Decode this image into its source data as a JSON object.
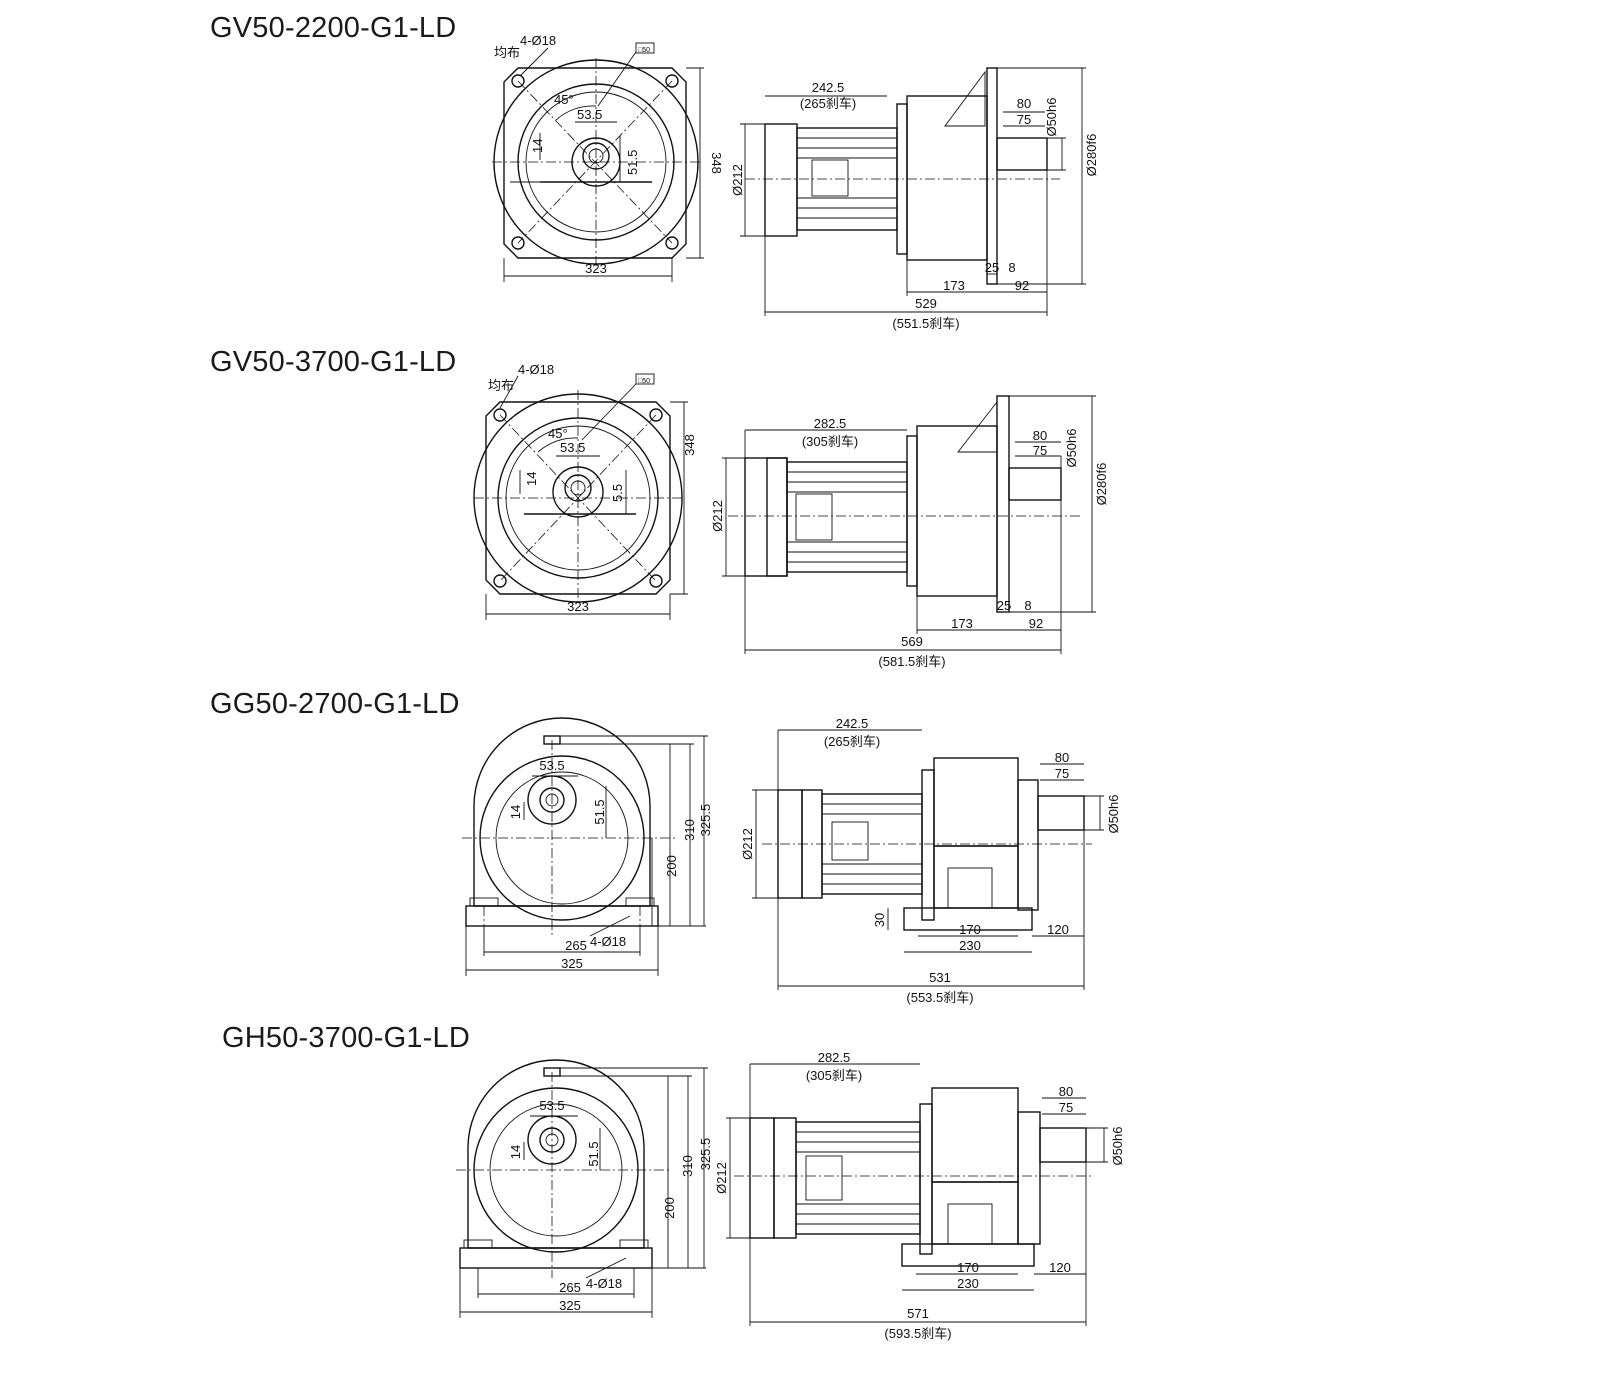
{
  "models": [
    {
      "title": "GV50-2200-G1-LD",
      "front": {
        "holes": "4-Ø18",
        "even": "均布",
        "badge": "□50",
        "angle": "45°",
        "d535": "53.5",
        "d14": "14",
        "d515": "51.5",
        "d348": "348",
        "d323": "323"
      },
      "side": {
        "l2425": "242.5",
        "l265b": "(265刹车)",
        "d212": "Ø212",
        "l80": "80",
        "l75": "75",
        "dshaft": "Ø50h6",
        "dflange": "Ø280f6",
        "l25": "25",
        "l8": "8",
        "l173": "173",
        "l92": "92",
        "l529": "529",
        "l5515b": "(551.5刹车)"
      }
    },
    {
      "title": "GV50-3700-G1-LD",
      "front": {
        "holes": "4-Ø18",
        "even": "均布",
        "badge": "□50",
        "angle": "45°",
        "d535": "53.5",
        "d14": "14",
        "d55": "5.5",
        "d348": "348",
        "d323": "323"
      },
      "side": {
        "l2825": "282.5",
        "l305b": "(305刹车)",
        "d212": "Ø212",
        "l80": "80",
        "l75": "75",
        "dshaft": "Ø50h6",
        "dflange": "Ø280f6",
        "l25": "25",
        "l8": "8",
        "l173": "173",
        "l92": "92",
        "l569": "569",
        "l5815b": "(581.5刹车)"
      }
    },
    {
      "title": "GG50-2700-G1-LD",
      "front": {
        "d535": "53.5",
        "d14": "14",
        "d515": "51.5",
        "d200": "200",
        "d310": "310",
        "d3255": "325.5",
        "holes": "4-Ø18",
        "d265": "265",
        "d325": "325"
      },
      "side": {
        "l2425": "242.5",
        "l265b": "(265刹车)",
        "d212": "Ø212",
        "l80": "80",
        "l75": "75",
        "dshaft": "Ø50h6",
        "l30": "30",
        "l170": "170",
        "l230": "230",
        "l120": "120",
        "l531": "531",
        "l5535b": "(553.5刹车)"
      }
    },
    {
      "title": "GH50-3700-G1-LD",
      "front": {
        "d535": "53.5",
        "d14": "14",
        "d515": "51.5",
        "d200": "200",
        "d310": "310",
        "d3255": "325.5",
        "holes": "4-Ø18",
        "d265": "265",
        "d325": "325"
      },
      "side": {
        "l2825": "282.5",
        "l305b": "(305刹车)",
        "d212": "Ø212",
        "l80": "80",
        "l75": "75",
        "dshaft": "Ø50h6",
        "l170": "170",
        "l230": "230",
        "l120": "120",
        "l571": "571",
        "l5935b": "(593.5刹车)"
      }
    }
  ]
}
